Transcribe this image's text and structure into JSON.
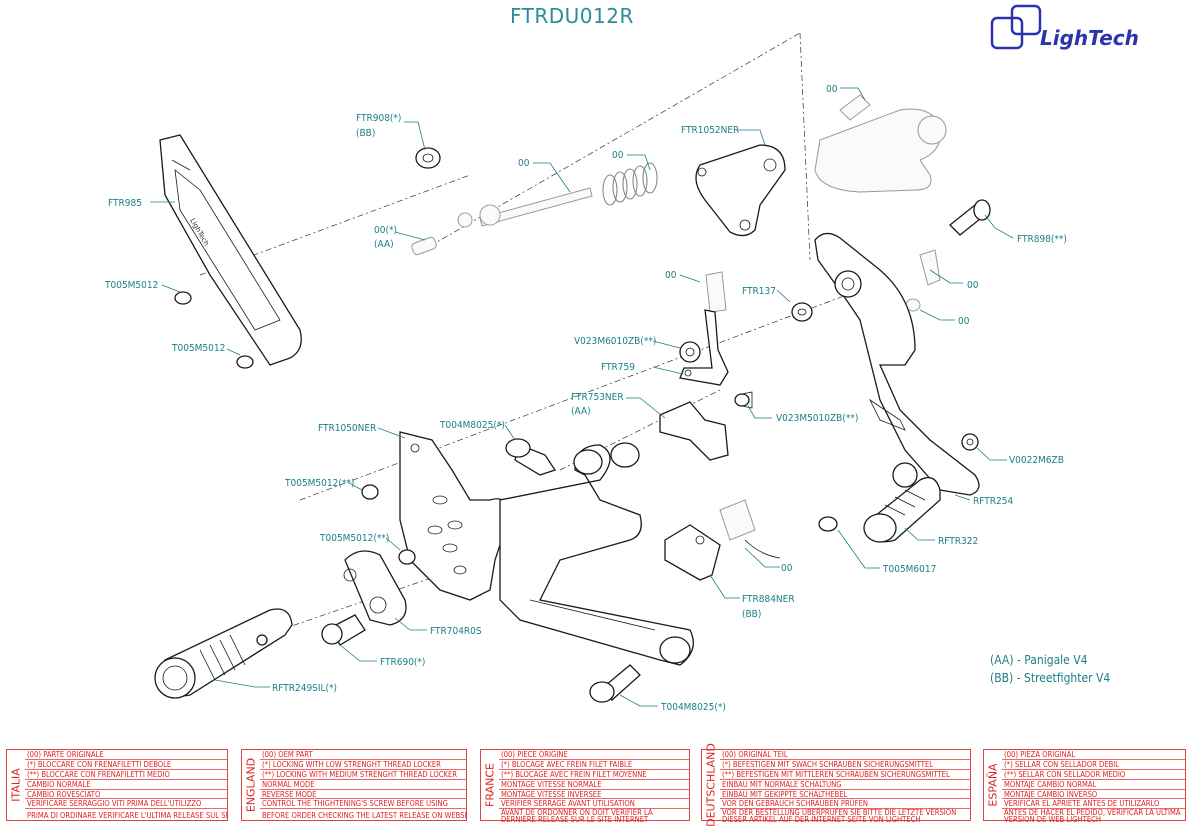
{
  "title": "FTRDU012R",
  "brand": "LighTech",
  "labels": {
    "ftr908": "FTR908(*)",
    "bb1": "(BB)",
    "oo_pin": "00",
    "oo_spring": "00",
    "oo_cyl": "00",
    "oo_aa": "00(*)",
    "aa1": "(AA)",
    "ftr1052ner": "FTR1052NER",
    "ftr985": "FTR985",
    "t005m5012_a": "T005M5012",
    "t005m5012_b": "T005M5012",
    "ftr898": "FTR898(**)",
    "oo_block": "00",
    "ftr137": "FTR137",
    "oo_r1": "00",
    "oo_r2": "00",
    "v023m6010zb": "V023M6010ZB(**)",
    "ftr759": "FTR759",
    "ftr753ner": "FTR753NER",
    "aa2": "(AA)",
    "v023m5010zb": "V023M5010ZB(**)",
    "t004m8025_a": "T004M8025(*)",
    "ftr1050ner": "FTR1050NER",
    "v0022m6zb": "V0022M6ZB",
    "t005m5012_c": "T005M5012(**)",
    "rftr254": "RFTR254",
    "t005m5012_d": "T005M5012(**)",
    "rftr322": "RFTR322",
    "oo_switch": "00",
    "t005m6017": "T005M6017",
    "ftr884ner": "FTR884NER",
    "bb2": "(BB)",
    "ftr704r0s": "FTR704R0S",
    "ftr690": "FTR690(*)",
    "rftr249sil": "RFTR249SIL(*)",
    "t004m8025_b": "T004M8025(*)"
  },
  "legend": {
    "aa": "(AA) - Panigale V4",
    "bb": "(BB) - Streetfighter V4"
  },
  "languages": [
    {
      "name": "ITALIA",
      "lines": [
        "(00) PARTE ORIGINALE",
        "(*)   BLOCCARE CON FRENAFILETTI DEBOLE",
        "(**)  BLOCCARE CON FRENAFILETTI MEDIO",
        "CAMBIO NORMALE",
        "CAMBIO ROVESCIATO",
        "VERIFICARE SERRAGGIO VITI PRIMA DELL'UTILIZZO",
        "PRIMA DI ORDINARE VERIFICARE L'ULTIMA RELEASE SUL SITO"
      ]
    },
    {
      "name": "ENGLAND",
      "lines": [
        "(00) OEM PART",
        "(*)   LOCKING WITH LOW STRENGHT THREAD LOCKER",
        "(**)  LOCKING WITH MEDIUM STRENGHT THREAD LOCKER",
        "NORMAL MODE",
        "REVERSE MODE",
        "CONTROL THE THIGHTENING'S SCREW BEFORE USING",
        "BEFORE ORDER CHECKING THE LATEST RELEASE ON WEBSITE"
      ]
    },
    {
      "name": "FRANCE",
      "lines": [
        "(00) PIECE ORIGINE",
        "(*)   BLOCAGE AVEC FREIN FILET FAIBLE",
        "(**)  BLOCAGE AVEC FREIN FILET MOYENNE",
        "MONTAGE VITESSE NORMALE",
        "MONTAGE VITESSE INVERSEE",
        "VERIFIER SERRAGE AVANT UTILISATION",
        "AVANT DE ORDONNER ON DOIT VÉRIFIER LA DERNIÈRE RELEASE SUR LE SITE INTERNET"
      ]
    },
    {
      "name": "DEUTSCHLAND",
      "lines": [
        "(00) ORIGINAL TEIL",
        "(*)   BEFESTIGEN MIT SWACH SCHRAUBEN SICHERUNGSMITTEL",
        "(**)  BEFESTIGEN MIT MITTLEREN SCHRAUBEN SICHERUNGSMITTEL",
        "EINBAU MIT NORMALE SCHALTUNG",
        "EINBAU MIT GEKIPPTE SCHALTHEBEL",
        "VOR DEN GEBRAUCH SCHRAUBEN PRÜFEN",
        "VOR DER BESTELLUNG ÜBERPRÜFEN SIE BITTE DIE LETZTE VERSION DIESER ARTIKEL AUF DER INTERNET SEITE VON LIGHTECH"
      ]
    },
    {
      "name": "ESPAÑA",
      "lines": [
        "(00) PIEZA ORIGINAL",
        "(*)   SELLAR CON SELLADOR DEBIL",
        "(**)  SELLAR CON SELLADOR MEDIO",
        "MONTAJE  CAMBIO NORMAL",
        "MONTAJE CAMBIO INVERSO",
        "VERIFICAR EL APRIETE ANTES DE UTILIZARLO",
        "ANTES DE HACER EL PEDIDO, VERIFICAR LA ULTIMA VERSION DE WEB LIGHTECH"
      ]
    }
  ],
  "colors": {
    "label": "#1a7f86",
    "brand": "#2b33b0",
    "notes": "#dd2222"
  }
}
